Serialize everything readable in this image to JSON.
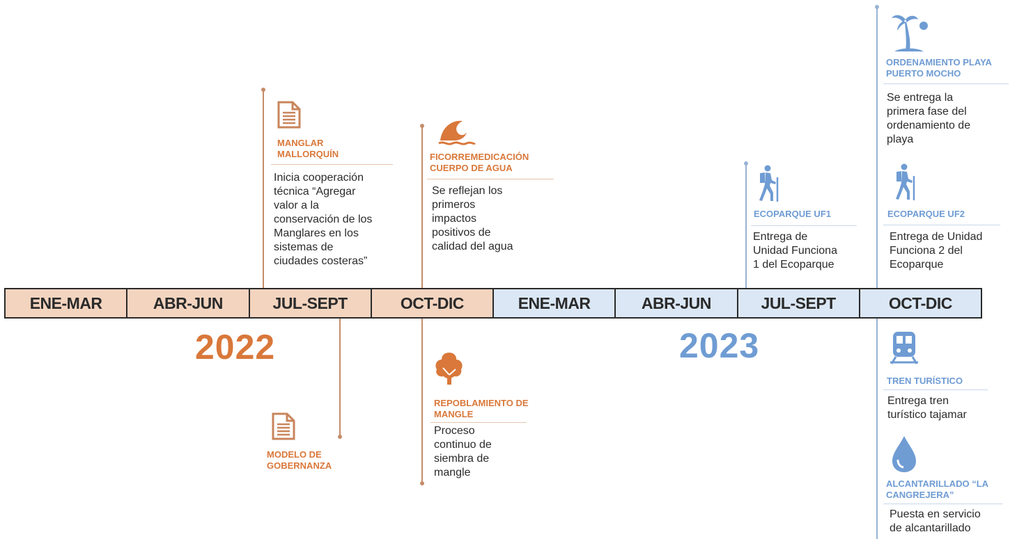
{
  "quarters": [
    "ENE-MAR",
    "ABR-JUN",
    "JUL-SEPT",
    "OCT-DIC",
    "ENE-MAR",
    "ABR-JUN",
    "JUL-SEPT",
    "OCT-DIC"
  ],
  "years": {
    "y2022": "2022",
    "y2023": "2023"
  },
  "colors": {
    "orange": "#d9783a",
    "blue": "#6f9cd3",
    "q2022": "#f3d4bf",
    "q2023": "#dbe7f4"
  },
  "events": {
    "manglar": {
      "icon": "document-icon",
      "title": "MANGLAR MALLORQUÍN",
      "desc_lines": [
        "Inicia cooperación",
        "técnica “Agregar",
        "valor a la",
        "conservación de los",
        "Manglares en los",
        "sistemas de",
        "ciudades costeras”"
      ]
    },
    "modelo": {
      "icon": "document-icon",
      "title": "MODELO DE GOBERNANZA"
    },
    "ficorremediacion": {
      "icon": "wave-icon",
      "title": "FICORREMEDICACIÓN CUERPO DE AGUA",
      "desc_lines": [
        "Se reflejan los",
        "primeros",
        "impactos",
        "positivos de",
        "calidad del agua"
      ]
    },
    "repoblamiento": {
      "icon": "tree-icon",
      "title": "REPOBLAMIENTO DE MANGLE",
      "desc_lines": [
        "Proceso",
        "continuo de",
        "siembra de",
        "mangle"
      ]
    },
    "ecoparque1": {
      "icon": "hiker-icon",
      "title": "ECOPARQUE UF1",
      "desc_lines": [
        "Entrega de",
        "Unidad Funciona",
        "1 del Ecoparque"
      ]
    },
    "playa": {
      "icon": "palm-tree-icon",
      "title": "ORDENAMIENTO PLAYA PUERTO MOCHO",
      "desc_lines": [
        "Se entrega la",
        "primera fase del",
        "ordenamiento de",
        "playa"
      ]
    },
    "ecoparque2": {
      "icon": "hiker-icon",
      "title": "ECOPARQUE UF2",
      "desc_lines": [
        "Entrega de Unidad",
        "Funciona 2 del",
        "Ecoparque"
      ]
    },
    "tren": {
      "icon": "train-icon",
      "title": "TREN TURÍSTICO",
      "desc_lines": [
        "Entrega tren",
        "turístico tajamar"
      ]
    },
    "alcantarillado": {
      "icon": "water-drop-icon",
      "title": "ALCANTARILLADO “LA CANGREJERA”",
      "desc_lines": [
        "Puesta en servicio",
        "de alcantarillado"
      ]
    }
  }
}
